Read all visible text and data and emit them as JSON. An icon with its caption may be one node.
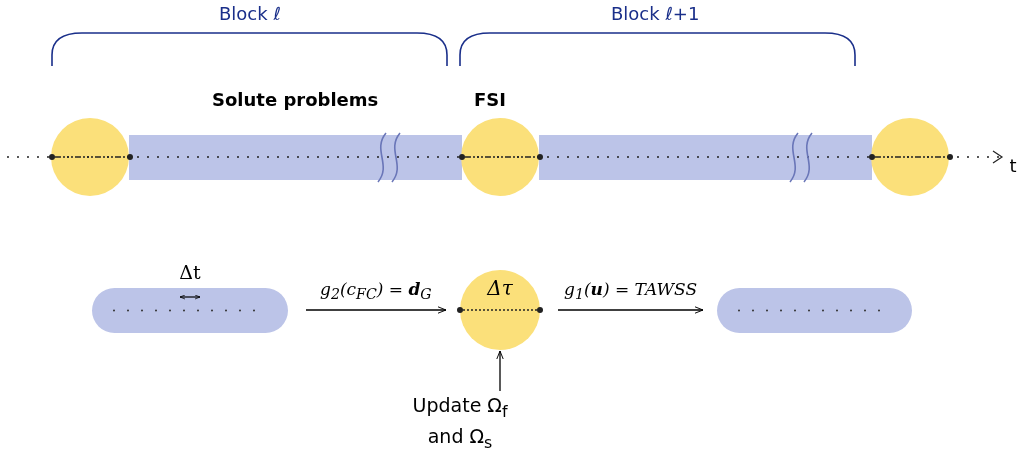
{
  "diagram": {
    "nodes": [
      {
        "text": [],
        "shape": "circle"
      },
      {
        "text": [],
        "shape": "bar"
      },
      {
        "text": [],
        "shape": "circle"
      },
      {
        "text": [],
        "shape": "bar"
      },
      {
        "text": [],
        "shape": "circle"
      },
      {
        "text": [],
        "shape": "bar",
        "beside": [
          "Δt"
        ]
      },
      {
        "text": [
          "Δτ"
        ]
      },
      {
        "text": [],
        "shape": "bar"
      },
      {
        "text": [
          "Update Ω$_{f}$ and Ω$_{s}$"
        ]
      }
    ],
    "edges": [
      {
        "from": 5,
        "to": 6,
        "arrow": "to",
        "label": "g$_{2}$(c$_{FC}$) = **d**$_{G}$"
      },
      {
        "from": 6,
        "to": 7,
        "arrow": "to",
        "label": "g$_{1}$(**u**) = TAWSS"
      },
      {
        "from": 8,
        "to": 6,
        "arrow": "to"
      }
    ],
    "labels": [
      "Block ℓ",
      "Block ℓ+1",
      "Solute problems",
      "FSI",
      "t"
    ]
  }
}
